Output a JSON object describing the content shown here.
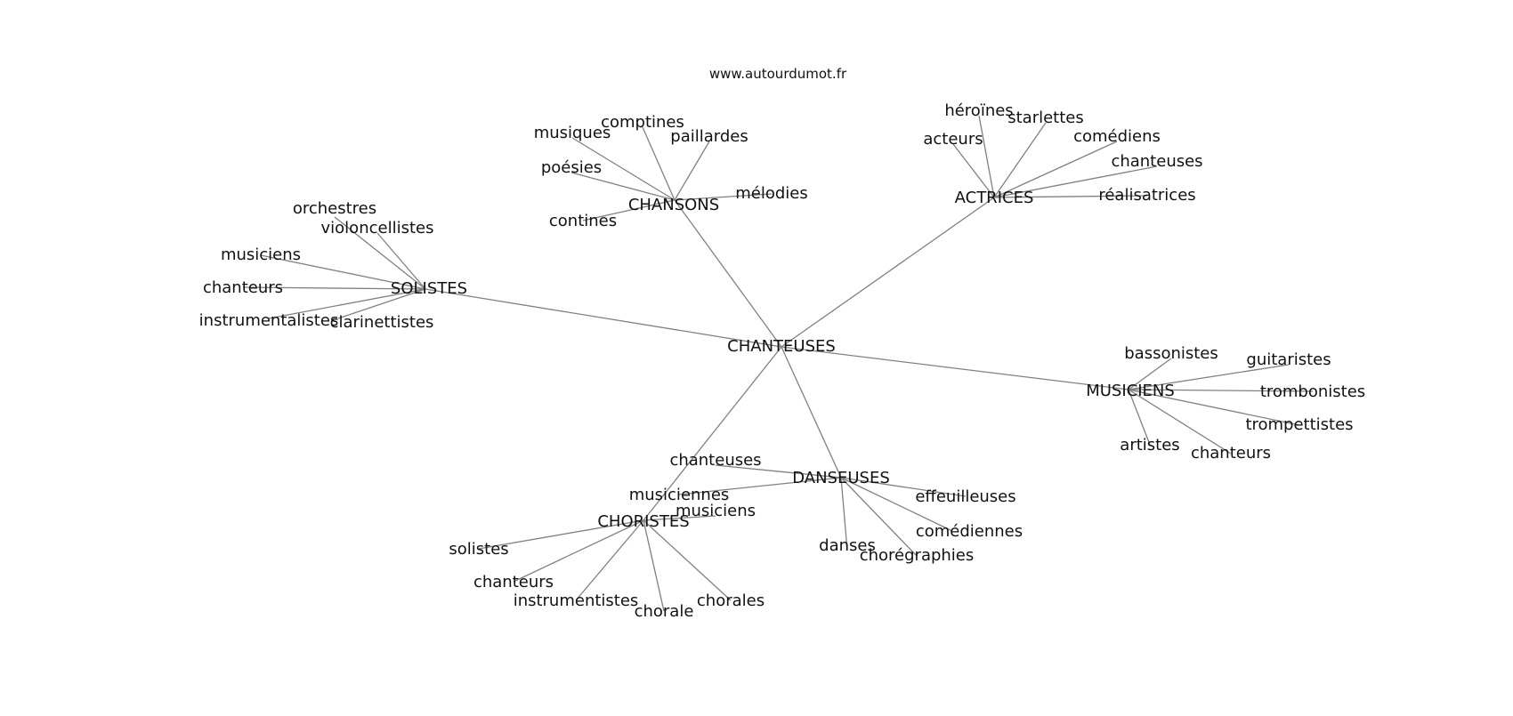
{
  "source": "www.autourdumot.fr",
  "graph": {
    "center": "CHANTEUSES",
    "clusters": [
      {
        "id": "solistes",
        "label": "SOLISTES",
        "words": [
          "orchestres",
          "violoncellistes",
          "musiciens",
          "chanteurs",
          "instrumentalistes",
          "clarinettistes"
        ]
      },
      {
        "id": "chansons",
        "label": "CHANSONS",
        "words": [
          "musiques",
          "comptines",
          "paillardes",
          "poésies",
          "mélodies",
          "contines"
        ]
      },
      {
        "id": "actrices",
        "label": "ACTRICES",
        "words": [
          "héroïnes",
          "starlettes",
          "acteurs",
          "comédiens",
          "chanteuses",
          "réalisatrices"
        ]
      },
      {
        "id": "musiciens",
        "label": "MUSICIENS",
        "words": [
          "bassonistes",
          "guitaristes",
          "trombonistes",
          "trompettistes",
          "artistes",
          "chanteurs"
        ]
      },
      {
        "id": "danseuses",
        "label": "DANSEUSES",
        "words": [
          "chanteuses",
          "musiciennes",
          "effeuilleuses",
          "comédiennes",
          "danses",
          "chorégraphies"
        ]
      },
      {
        "id": "choristes",
        "label": "CHORISTES",
        "words": [
          "musiciens",
          "solistes",
          "chanteurs",
          "instrumentistes",
          "chorale",
          "chorales"
        ]
      }
    ]
  }
}
